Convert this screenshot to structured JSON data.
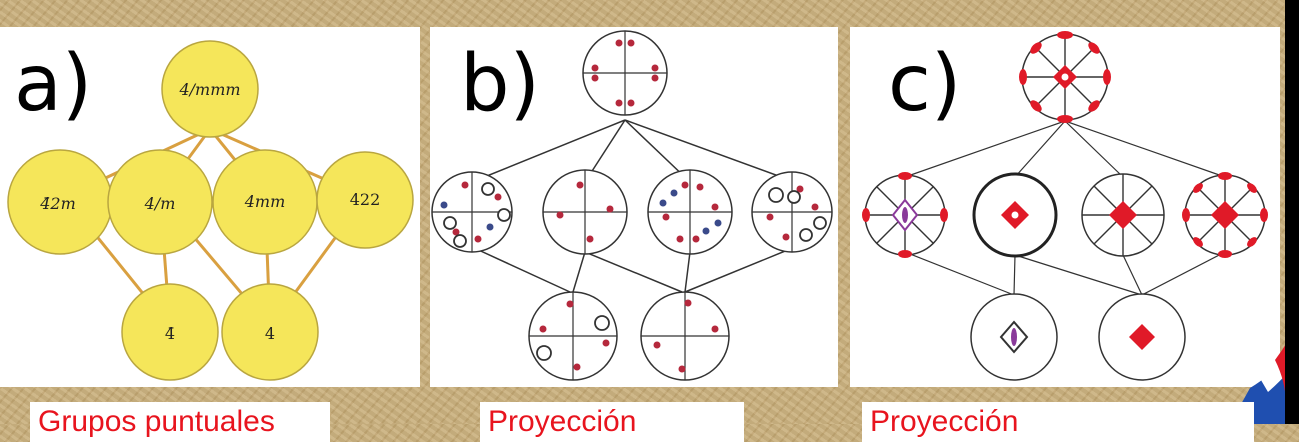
{
  "panels": {
    "a": {
      "letter": "a)",
      "nodes": {
        "top": "4/mmm",
        "m1": "4̄2m",
        "m2": "4/m",
        "m3": "4mm",
        "m4": "422",
        "b1": "4̄",
        "b2": "4"
      }
    },
    "b": {
      "letter": "b)"
    },
    "c": {
      "letter": "c)"
    }
  },
  "captions": [
    "Grupos puntuales",
    "Proyección",
    "Proyección"
  ],
  "colors": {
    "node_fill": "#f5e65a",
    "edge": "#d9a040",
    "caption_text": "#e8141e",
    "red_dot": "#b5283c",
    "blue_dot": "#3a4a8a",
    "symbol_red": "#e01a28",
    "symbol_purple": "#8a3a9a"
  }
}
